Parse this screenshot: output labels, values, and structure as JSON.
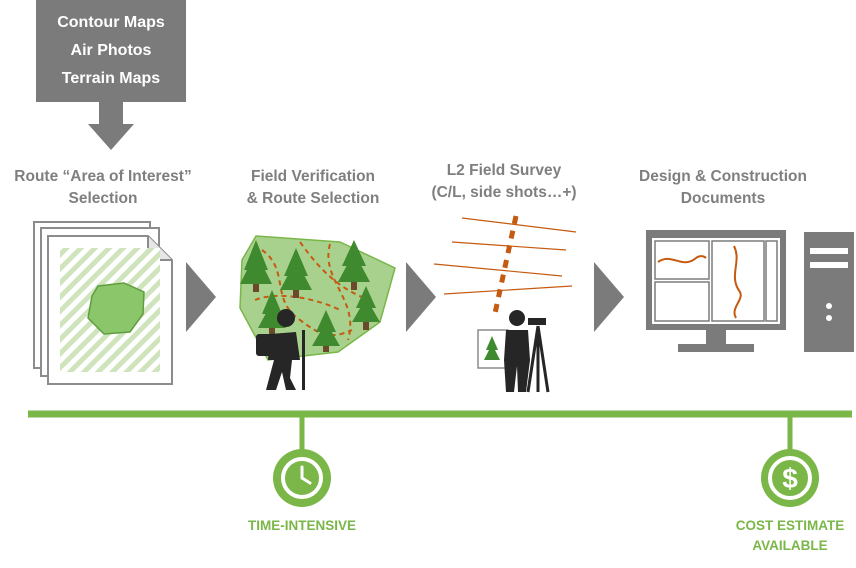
{
  "inputs": {
    "items": [
      "Contour Maps",
      "Air Photos",
      "Terrain Maps"
    ]
  },
  "steps": [
    {
      "line1": "Route “Area of Interest”",
      "line2": "Selection"
    },
    {
      "line1": "Field Verification",
      "line2": "& Route Selection"
    },
    {
      "line1": "L2 Field Survey",
      "line2": "(C/L, side shots…+)"
    },
    {
      "line1": "Design & Construction",
      "line2": "Documents"
    }
  ],
  "milestones": [
    {
      "line1": "TIME-INTENSIVE",
      "icon": "clock-icon"
    },
    {
      "line1": "COST ESTIMATE",
      "line2": "AVAILABLE",
      "icon": "dollar-icon",
      "symbol": "$"
    }
  ],
  "colors": {
    "grey": "#7b7b7b",
    "label_grey": "#7f7f7f",
    "green": "#7ab648",
    "light_green": "#a9d18e",
    "orange": "#c55a11",
    "dark": "#262626"
  }
}
